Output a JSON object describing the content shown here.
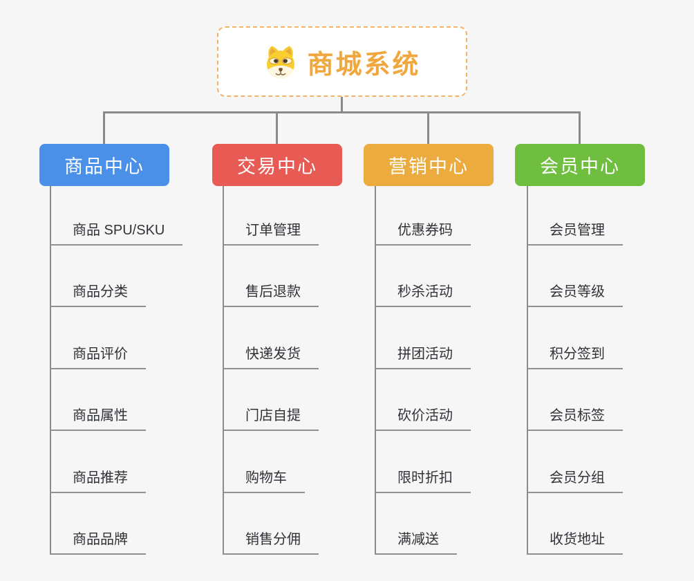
{
  "root": {
    "title": "商城系统",
    "icon": "dog-face-icon"
  },
  "branches": [
    {
      "label": "商品中心",
      "color": "#4a90e8",
      "items": [
        "商品 SPU/SKU",
        "商品分类",
        "商品评价",
        "商品属性",
        "商品推荐",
        "商品品牌"
      ]
    },
    {
      "label": "交易中心",
      "color": "#e85b55",
      "items": [
        "订单管理",
        "售后退款",
        "快递发货",
        "门店自提",
        "购物车",
        "销售分佣"
      ]
    },
    {
      "label": "营销中心",
      "color": "#ecab3f",
      "items": [
        "优惠券码",
        "秒杀活动",
        "拼团活动",
        "砍价活动",
        "限时折扣",
        "满减送"
      ]
    },
    {
      "label": "会员中心",
      "color": "#6fbe40",
      "items": [
        "会员管理",
        "会员等级",
        "积分签到",
        "会员标签",
        "会员分组",
        "收货地址"
      ]
    }
  ],
  "colors": {
    "root_accent": "#f0a73e",
    "root_border": "#f3b264",
    "connector": "#8a8a8a",
    "underline": "#909090",
    "leaf_text": "#2f3237",
    "canvas_bg": "#f6f6f6"
  }
}
